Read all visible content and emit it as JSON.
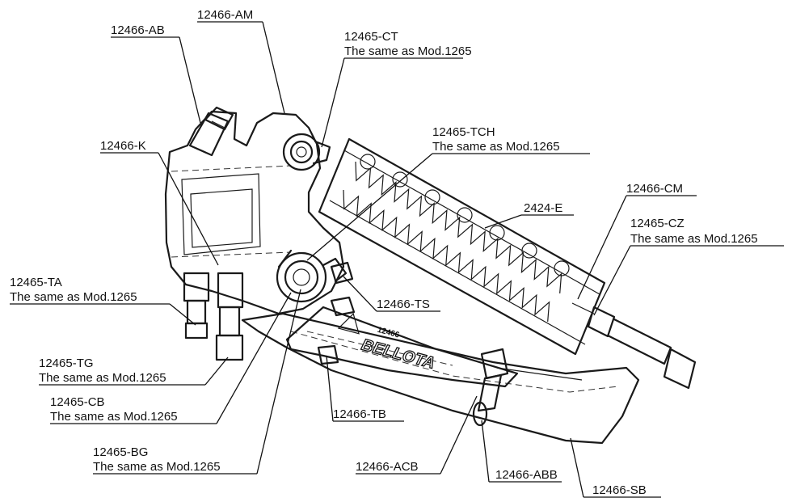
{
  "labels": {
    "ab": "12466-AB",
    "am": "12466-AM",
    "ct": "12465-CT",
    "ct_note": "The same as Mod.1265",
    "k": "12466-K",
    "tch": "12465-TCH",
    "tch_note": "The same as Mod.1265",
    "e2424": "2424-E",
    "cm": "12466-CM",
    "cz": "12465-CZ",
    "cz_note": "The same as Mod.1265",
    "ta": "12465-TA",
    "ta_note": "The same as Mod.1265",
    "ts": "12466-TS",
    "tg": "12465-TG",
    "tg_note": "The same as Mod.1265",
    "cb": "12465-CB",
    "cb_note": "The same as Mod.1265",
    "tb": "12466-TB",
    "bg": "12465-BG",
    "bg_note": "The same as Mod.1265",
    "acb": "12466-ACB",
    "abb": "12466-ABB",
    "sb": "12466-SB"
  },
  "engraving": {
    "brand": "BELLOTA",
    "model": "12466"
  }
}
